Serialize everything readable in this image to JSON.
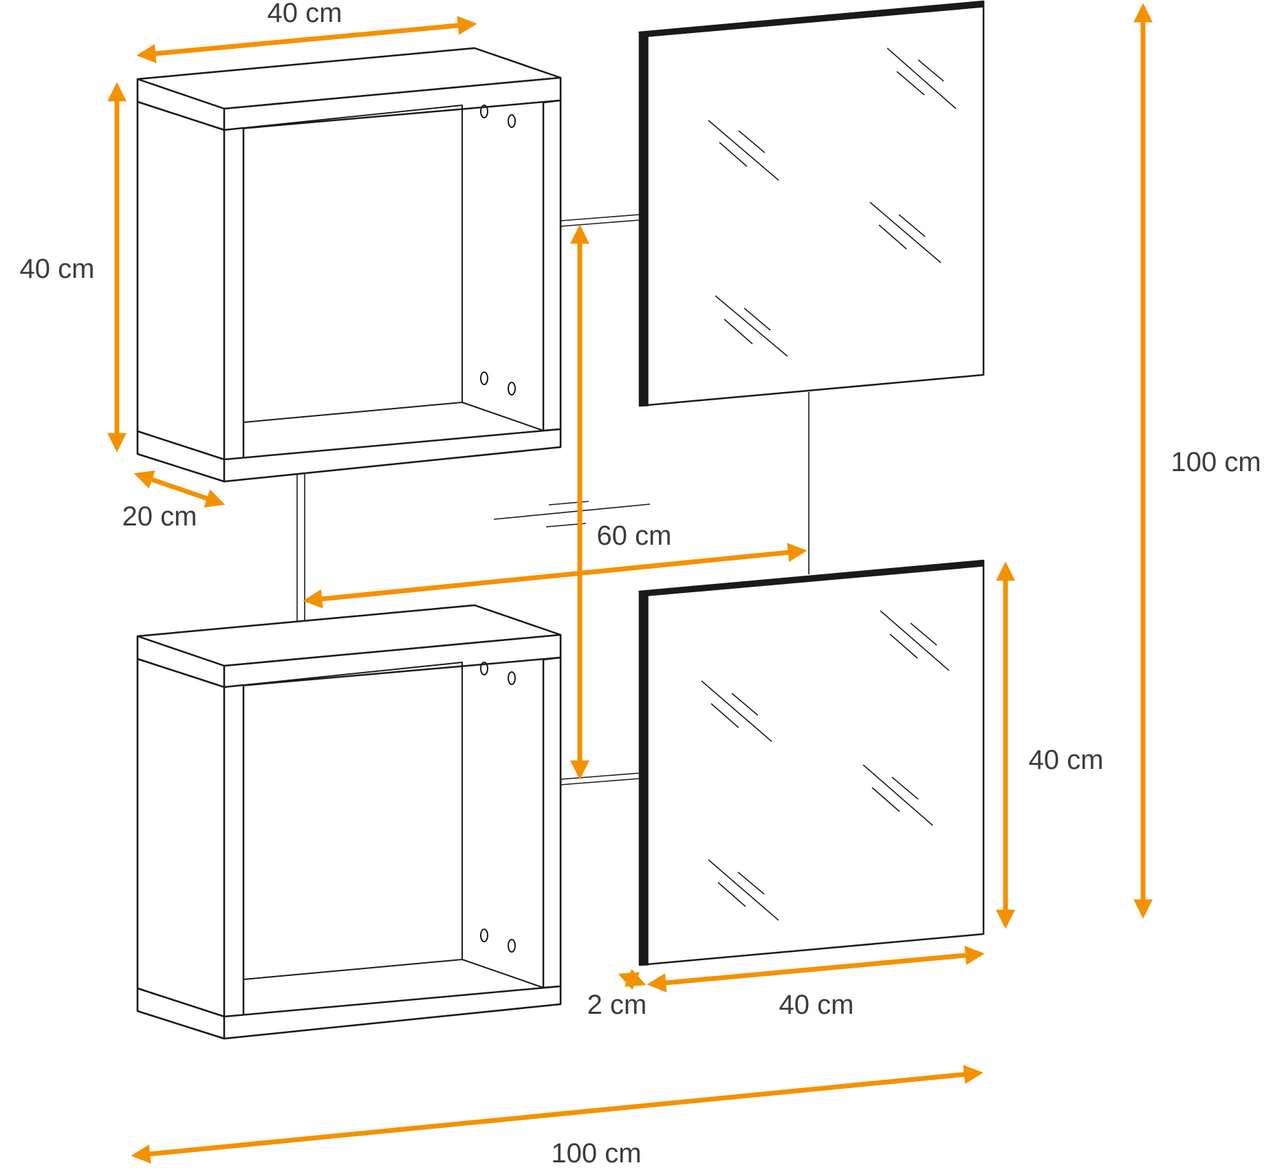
{
  "colors": {
    "dimension_arrow": "#f39200",
    "line_art": "#1a1a1a",
    "label_text": "#3c3c3c",
    "background": "#ffffff"
  },
  "labels": {
    "cube_width": "40 cm",
    "cube_height": "40 cm",
    "cube_depth": "20 cm",
    "gap_width": "60 cm",
    "total_height": "100 cm",
    "mirror_height": "40 cm",
    "mirror_thickness": "2 cm",
    "mirror_width": "40 cm",
    "total_width": "100 cm"
  }
}
